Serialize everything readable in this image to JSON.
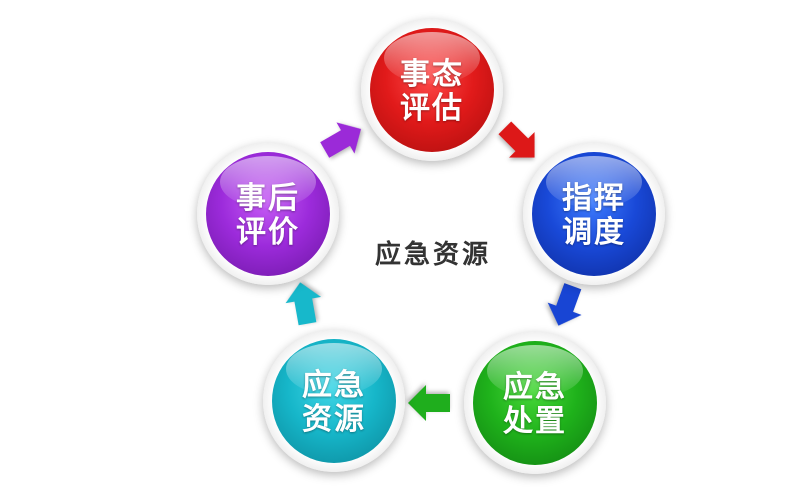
{
  "diagram": {
    "center_label": "应急资源",
    "nodes": [
      {
        "id": "red",
        "line1": "事态",
        "line2": "评估",
        "color": "#e11a1a"
      },
      {
        "id": "blue",
        "line1": "指挥",
        "line2": "调度",
        "color": "#1949d8"
      },
      {
        "id": "green",
        "line1": "应急",
        "line2": "处置",
        "color": "#1fb21b"
      },
      {
        "id": "cyan",
        "line1": "应急",
        "line2": "资源",
        "color": "#16b6c9"
      },
      {
        "id": "purple",
        "line1": "事后",
        "line2": "评价",
        "color": "#9c2bdb"
      }
    ],
    "arrows": [
      {
        "from": "red",
        "to": "blue",
        "color": "#dd1818"
      },
      {
        "from": "blue",
        "to": "green",
        "color": "#1845d4"
      },
      {
        "from": "green",
        "to": "cyan",
        "color": "#1fae1d"
      },
      {
        "from": "cyan",
        "to": "purple",
        "color": "#17b8cb"
      },
      {
        "from": "purple",
        "to": "red",
        "color": "#9b2ad8"
      }
    ]
  }
}
